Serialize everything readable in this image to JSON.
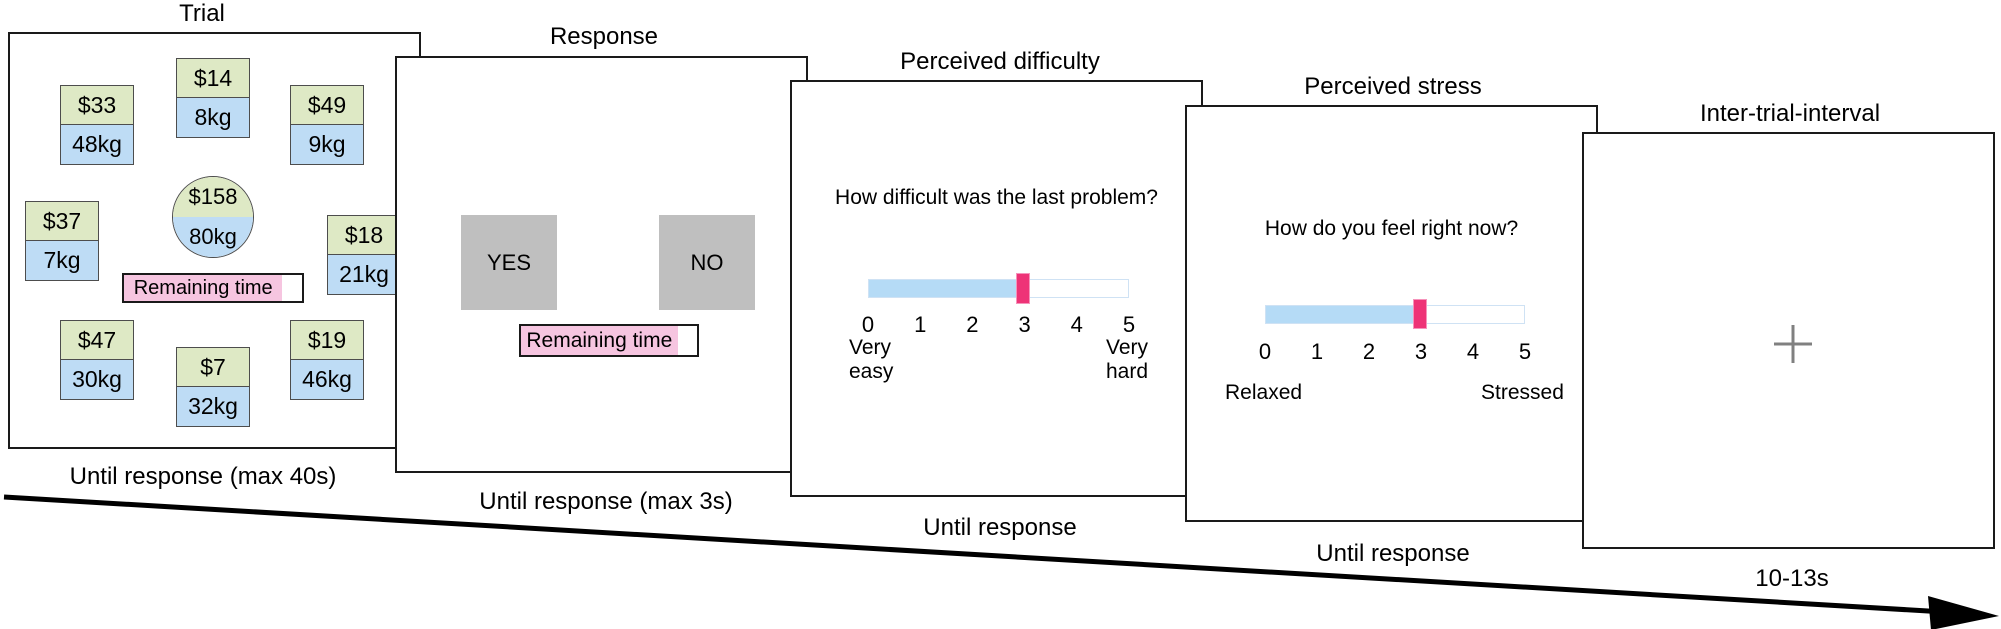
{
  "figure": {
    "type": "experimental-paradigm-timeline",
    "flow": "left-to-right"
  },
  "colors": {
    "money_box_green": "#dee9c5",
    "weight_box_blue": "#bedcf5",
    "timer_fill_pink": "#f6c5e0",
    "slider_fill_blue": "#b5dbf6",
    "slider_marker_pink": "#ee3377",
    "button_gray": "#bfbfbf",
    "fixation_gray": "#808080",
    "panel_border": "#1a1a1a"
  },
  "icons": {
    "fixation_cross": "+",
    "timeline_arrow": "→"
  },
  "panels": [
    {
      "title": "Trial",
      "caption": "Until response (max 40s)",
      "offers": [
        {
          "price": "$33",
          "weight": "48kg"
        },
        {
          "price": "$14",
          "weight": "8kg"
        },
        {
          "price": "$49",
          "weight": "9kg"
        },
        {
          "price": "$37",
          "weight": "7kg"
        },
        {
          "price": "$18",
          "weight": "21kg"
        },
        {
          "price": "$47",
          "weight": "30kg"
        },
        {
          "price": "$7",
          "weight": "32kg"
        },
        {
          "price": "$19",
          "weight": "46kg"
        }
      ],
      "total": {
        "price": "$158",
        "weight": "80kg"
      },
      "timer_label": "Remaining time",
      "timer_fill_percent": 89
    },
    {
      "title": "Response",
      "caption": "Until response (max 3s)",
      "yes_label": "YES",
      "no_label": "NO",
      "timer_label": "Remaining time",
      "timer_fill_percent": 89
    },
    {
      "title": "Perceived difficulty",
      "caption": "Until response",
      "question": "How difficult was the last problem?",
      "scale": [
        "0",
        "1",
        "2",
        "3",
        "4",
        "5"
      ],
      "slider": {
        "min": 0,
        "max": 5,
        "value": 3
      },
      "left_label": "Very\neasy",
      "right_label": "Very\nhard"
    },
    {
      "title": "Perceived stress",
      "caption": "Until response",
      "question": "How do you feel right now?",
      "scale": [
        "0",
        "1",
        "2",
        "3",
        "4",
        "5"
      ],
      "slider": {
        "min": 0,
        "max": 5,
        "value": 3
      },
      "left_label": "Relaxed",
      "right_label": "Stressed"
    },
    {
      "title": "Inter-trial-interval",
      "caption": "10-13s"
    }
  ]
}
